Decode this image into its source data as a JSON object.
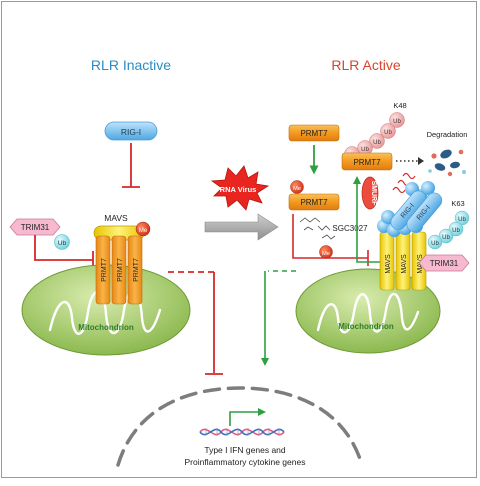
{
  "titles": {
    "inactive": "RLR Inactive",
    "active": "RLR Active"
  },
  "labels": {
    "rigi": "RIG-I",
    "trim31": "TRIM31",
    "ub": "Ub",
    "mavs": "MAVS",
    "me": "Me",
    "prmt7": "PRMT7",
    "mitochondrion": "Mitochondrion",
    "rna_virus": "RNA Virus",
    "sgc3027": "SGC3027",
    "k48": "K48",
    "k63": "K63",
    "degradation": "Degradation",
    "smurf": "SMURF",
    "genes_line1": "Type I IFN genes and",
    "genes_line2": "Proinflammatory cytokine genes"
  },
  "colors": {
    "inactive_title": "#2b8cc4",
    "active_title": "#d9442a",
    "inhibit_red": "#d62728",
    "activate_green": "#2ea043",
    "prmt7_orange": "#f39a1f",
    "mito_green": "#9cc65a",
    "rigi_blue": "#5fb4ea",
    "ub_pink": "#f2b2b2",
    "ub_cyan": "#9ee3ea",
    "trim31_pink": "#f7b9cf",
    "virus_red": "#e8251f"
  }
}
